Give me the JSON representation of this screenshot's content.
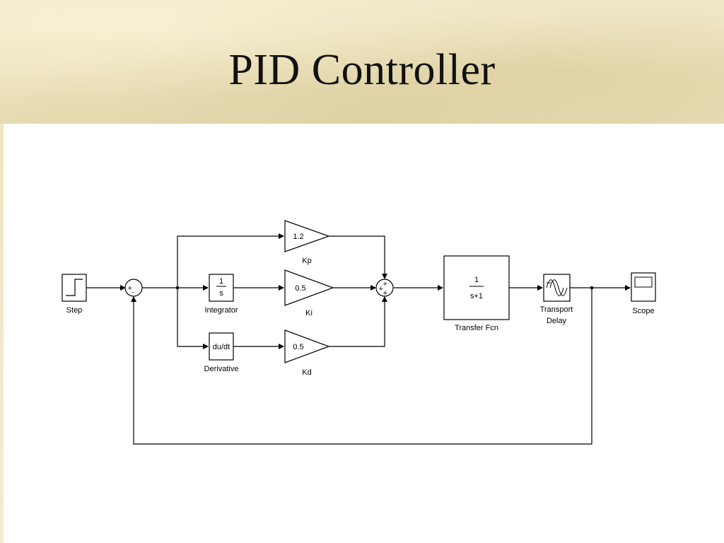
{
  "slide": {
    "title": "PID Controller"
  },
  "diagram": {
    "blocks": {
      "step": {
        "label": "Step"
      },
      "sum1": {
        "signs": [
          "+",
          "–"
        ]
      },
      "kp": {
        "value": "1.2",
        "label": "Kp"
      },
      "integrator": {
        "numerator": "1",
        "denominator": "s",
        "label": "Integrator"
      },
      "ki": {
        "value": "0.5",
        "label": "Ki"
      },
      "derivative": {
        "text": "du/dt",
        "label": "Derivative"
      },
      "kd": {
        "value": "0.5",
        "label": "Kd"
      },
      "sum2": {
        "signs": [
          "+",
          "+",
          "+"
        ]
      },
      "transfer_fcn": {
        "numerator": "1",
        "denominator": "s+1",
        "label": "Transfer Fcn"
      },
      "transport_delay": {
        "label_line1": "Transport",
        "label_line2": "Delay"
      },
      "scope": {
        "label": "Scope"
      }
    }
  },
  "colors": {
    "line": "#000000",
    "block_fill": "#ffffff",
    "banner": "#ece3bd"
  }
}
